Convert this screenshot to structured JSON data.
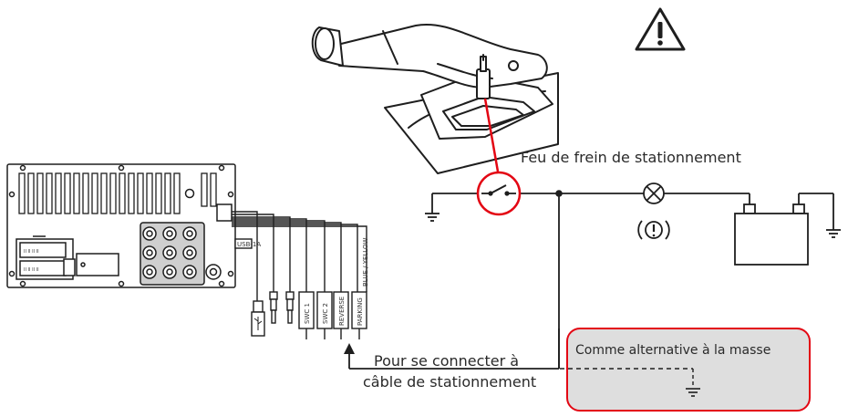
{
  "labels": {
    "brake_light": "Feu de frein de stationnement",
    "connect_line1": "Pour se connecter à",
    "connect_line2": "câble de stationnement",
    "alternative_ground": "Comme alternative à la masse"
  },
  "connector_labels": {
    "usb": "USB-1A",
    "swc1": "SWC 1",
    "swc2": "SWC 2",
    "reverse": "REVERSE",
    "parking": "PARKING",
    "blue_yellow": "BLUE / YELLOW"
  },
  "colors": {
    "line": "#1e1e1e",
    "accent_red": "#e30613",
    "note_bg": "#dedede"
  },
  "icons": {
    "warning": "warning-triangle-icon",
    "brake_indicator": "parking-brake-indicator-icon"
  }
}
